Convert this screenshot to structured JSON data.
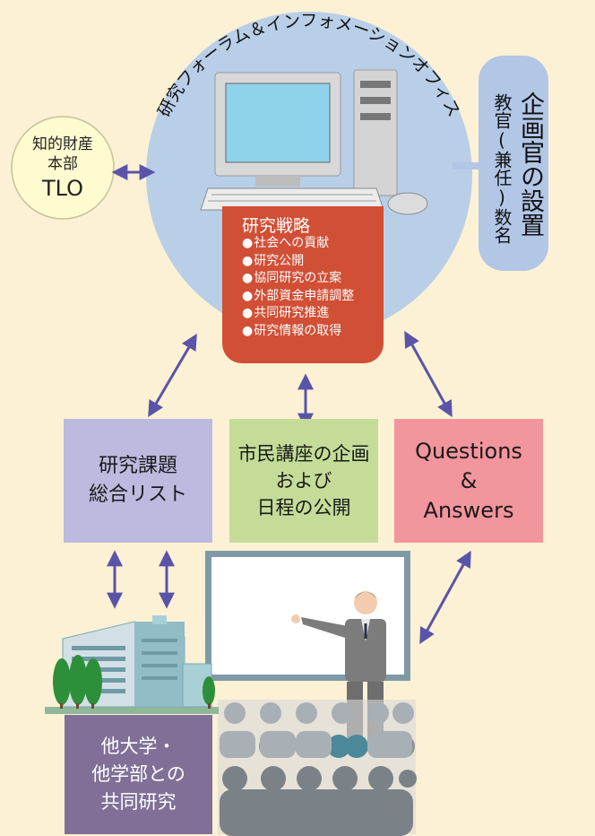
{
  "office": {
    "title": "研究フォーラム＆インフォメーションオフィス"
  },
  "tlo": {
    "line1": "知的財産",
    "line2": "本部",
    "line3": "TLO"
  },
  "planning_officer": {
    "title": "企画官の設置",
    "subtitle": "教官(兼任)数名"
  },
  "research_strategy": {
    "title": "研究戦略",
    "items": [
      "社会への貢献",
      "研究公開",
      "協同研究の立案",
      "外部資金申請調整",
      "共同研究推進",
      "研究情報の取得"
    ]
  },
  "research_list": {
    "line1": "研究課題",
    "line2": "総合リスト"
  },
  "public_lecture": {
    "line1": "市民講座の企画",
    "line2": "および",
    "line3": "日程の公開"
  },
  "qa": {
    "line1": "Questions",
    "line2": "&",
    "line3": "Answers"
  },
  "joint_research": {
    "line1": "他大学・",
    "line2": "他学部との",
    "line3": "共同研究"
  },
  "colors": {
    "background": "#fcf1d4",
    "office_circle": "#b9cfe8",
    "tlo_circle": "#fffbd0",
    "officer_panel": "#b2c6e6",
    "strategy_box": "#d14f35",
    "research_list_box": "#bcbadf",
    "public_lecture_box": "#c4dc98",
    "qa_box": "#f3959d",
    "joint_research_box": "#807097",
    "arrow": "#5a54a8"
  },
  "icons": [
    "desktop-computer-icon",
    "office-building-icon",
    "presenter-icon",
    "audience-icon",
    "whiteboard-icon"
  ]
}
